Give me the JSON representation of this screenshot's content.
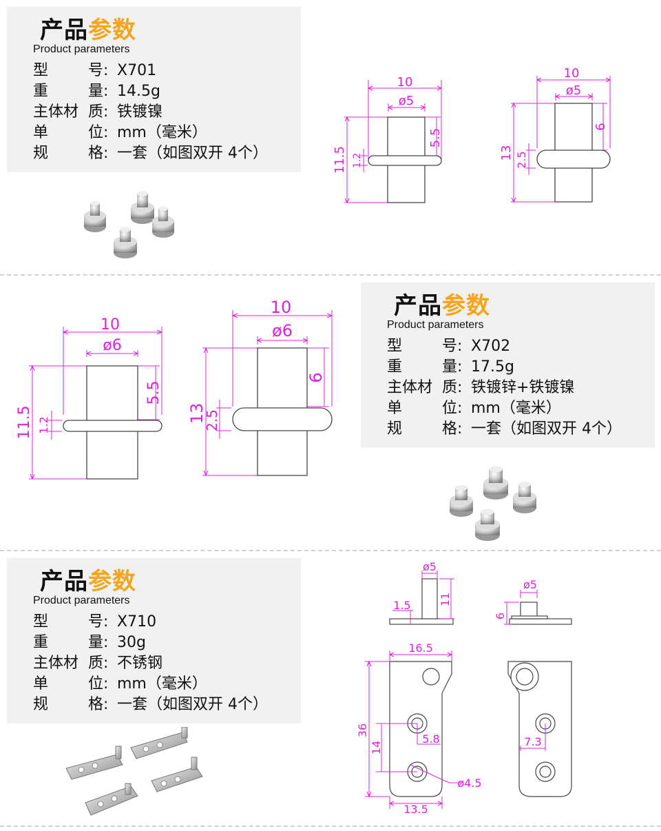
{
  "products": [
    {
      "title_a": "产品",
      "title_b": "参数",
      "subtitle": "Product parameters",
      "specs": [
        {
          "label_a": "型",
          "label_b": "号",
          "value": "X701"
        },
        {
          "label_a": "重",
          "label_b": "量",
          "value": "14.5g"
        },
        {
          "label_a": "主体材",
          "label_b": "质",
          "value": "铁镀镍"
        },
        {
          "label_a": "单",
          "label_b": "位",
          "value": "mm（毫米）"
        },
        {
          "label_a": "规",
          "label_b": "格",
          "value": "一套（如图双开 4个）"
        }
      ],
      "dims_a": {
        "width": "10",
        "dia": "ø5",
        "upper": "5.5",
        "total": "11.5",
        "flange": "1.2"
      },
      "dims_b": {
        "width": "10",
        "dia": "ø5",
        "upper": "6",
        "total": "13",
        "flange": "2.5"
      }
    },
    {
      "title_a": "产品",
      "title_b": "参数",
      "subtitle": "Product parameters",
      "specs": [
        {
          "label_a": "型",
          "label_b": "号",
          "value": "X702"
        },
        {
          "label_a": "重",
          "label_b": "量",
          "value": "17.5g"
        },
        {
          "label_a": "主体材",
          "label_b": "质",
          "value": "铁镀锌+铁镀镍"
        },
        {
          "label_a": "单",
          "label_b": "位",
          "value": "mm（毫米）"
        },
        {
          "label_a": "规",
          "label_b": "格",
          "value": "一套（如图双开 4个）"
        }
      ],
      "dims_a": {
        "width": "10",
        "dia": "ø6",
        "upper": "5.5",
        "total": "11.5",
        "flange": "1.2"
      },
      "dims_b": {
        "width": "10",
        "dia": "ø6",
        "upper": "6",
        "total": "13",
        "flange": "2.5"
      }
    },
    {
      "title_a": "产品",
      "title_b": "参数",
      "subtitle": "Product parameters",
      "specs": [
        {
          "label_a": "型",
          "label_b": "号",
          "value": "X710"
        },
        {
          "label_a": "重",
          "label_b": "量",
          "value": "30g"
        },
        {
          "label_a": "主体材",
          "label_b": "质",
          "value": "不锈钢"
        },
        {
          "label_a": "单",
          "label_b": "位",
          "value": "mm（毫米）"
        },
        {
          "label_a": "规",
          "label_b": "格",
          "value": "一套（如图双开 4个）"
        }
      ],
      "dims": {
        "top_a_dia": "ø5",
        "top_a_h": "11",
        "top_a_plate": "1.5",
        "top_b_dia": "ø5",
        "top_b_h": "6",
        "plate_w": "16.5",
        "plate_h": "36",
        "hole_pitch": "14",
        "offset_a": "5.8",
        "hole_dia": "ø4.5",
        "bottom_w": "13.5",
        "offset_b": "7.3"
      }
    }
  ],
  "colors": {
    "accent": "#f5a51c",
    "dimension": "#e020e0",
    "panel": "#f1f1f1",
    "divider": "#cfcfcf"
  }
}
